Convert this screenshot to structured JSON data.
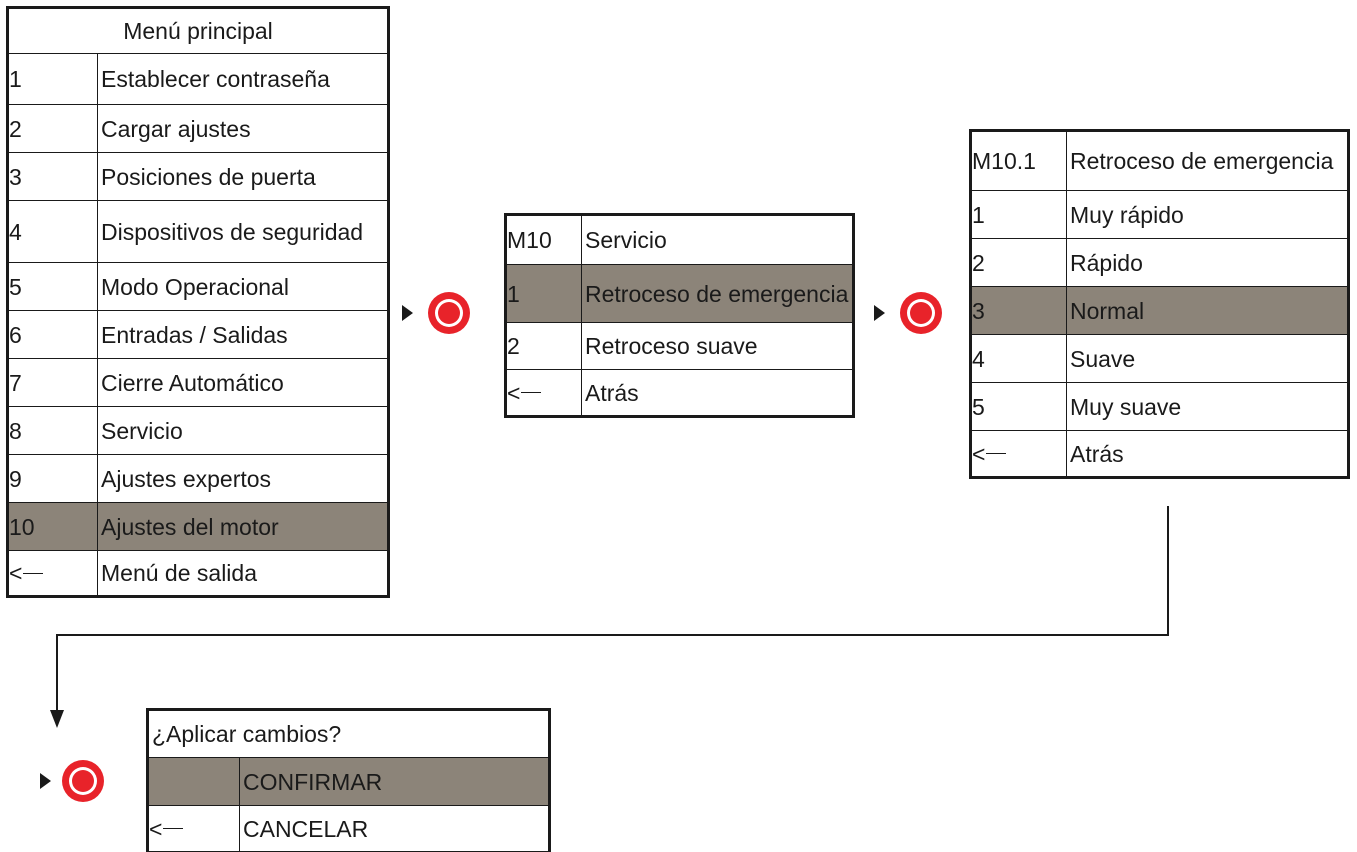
{
  "main_menu": {
    "title": "Menú principal",
    "items": [
      {
        "num": "1",
        "label": "Establecer contraseña"
      },
      {
        "num": "2",
        "label": "Cargar ajustes"
      },
      {
        "num": "3",
        "label": "Posiciones de puerta"
      },
      {
        "num": "4",
        "label": "Dispositivos de seguridad"
      },
      {
        "num": "5",
        "label": "Modo Operacional"
      },
      {
        "num": "6",
        "label": "Entradas / Salidas"
      },
      {
        "num": "7",
        "label": "Cierre Automático"
      },
      {
        "num": "8",
        "label": "Servicio"
      },
      {
        "num": "9",
        "label": "Ajustes expertos"
      },
      {
        "num": "10",
        "label": "Ajustes del motor"
      }
    ],
    "back": {
      "num": "<",
      "label": "Menú de salida"
    }
  },
  "m10": {
    "code": "M10",
    "title": "Servicio",
    "items": [
      {
        "num": "1",
        "label": "Retroceso de emergencia"
      },
      {
        "num": "2",
        "label": "Retroceso suave"
      }
    ],
    "back": {
      "num": "<",
      "label": "Atrás"
    }
  },
  "m10_1": {
    "code": "M10.1",
    "title": "Retroceso de emergencia",
    "items": [
      {
        "num": "1",
        "label": "Muy rápido"
      },
      {
        "num": "2",
        "label": "Rápido"
      },
      {
        "num": "3",
        "label": "Normal"
      },
      {
        "num": "4",
        "label": "Suave"
      },
      {
        "num": "5",
        "label": "Muy suave"
      }
    ],
    "back": {
      "num": "<",
      "label": "Atrás"
    }
  },
  "confirm": {
    "title": "¿Aplicar cambios?",
    "confirm_label": "CONFIRMAR",
    "back": {
      "num": "<",
      "label": "CANCELAR"
    }
  },
  "colors": {
    "highlight": "#8c8479",
    "knob": "#e8232a",
    "line": "#1a1a1a"
  },
  "icons": {
    "knob": "red-knob-icon",
    "arrow": "play-arrow-icon"
  }
}
